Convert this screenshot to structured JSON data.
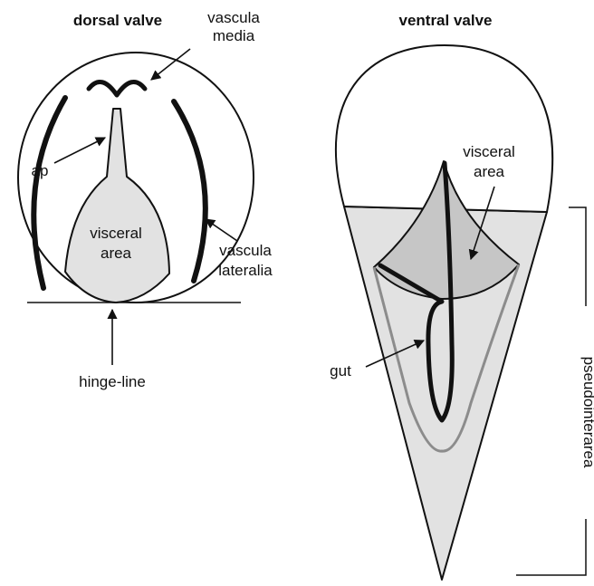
{
  "dorsal": {
    "title": "dorsal valve",
    "vascula_media": [
      "vascula",
      "media"
    ],
    "ap": "ap",
    "visceral_area": [
      "visceral",
      "area"
    ],
    "vascula_lateralia": [
      "vascula",
      "lateralia"
    ],
    "hinge_line": "hinge-line"
  },
  "ventral": {
    "title": "ventral valve",
    "visceral_area": [
      "visceral",
      "area"
    ],
    "gut": "gut",
    "pseudointerarea": "pseudointerarea"
  },
  "colors": {
    "ink": "#111111",
    "light_fill": "#e2e2e2",
    "mid_fill": "#c6c6c6",
    "gut_outline": "#8c8c8c"
  }
}
